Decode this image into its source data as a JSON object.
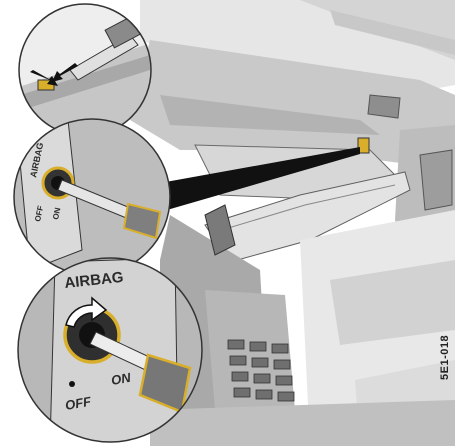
{
  "illustration": {
    "airbag_label_mid": "AIRBAG",
    "off_label_mid": "OFF",
    "on_label_mid": "ON",
    "airbag_label_bottom": "AIRBAG",
    "off_label_bottom": "OFF",
    "on_label_bottom": "ON",
    "figure_code": "5E1-018",
    "highlight_color": "#d8ae2a",
    "line_color": "#2a2a2a",
    "paint_light": "#dcdcdc",
    "paint_mid": "#b9b9b9"
  }
}
